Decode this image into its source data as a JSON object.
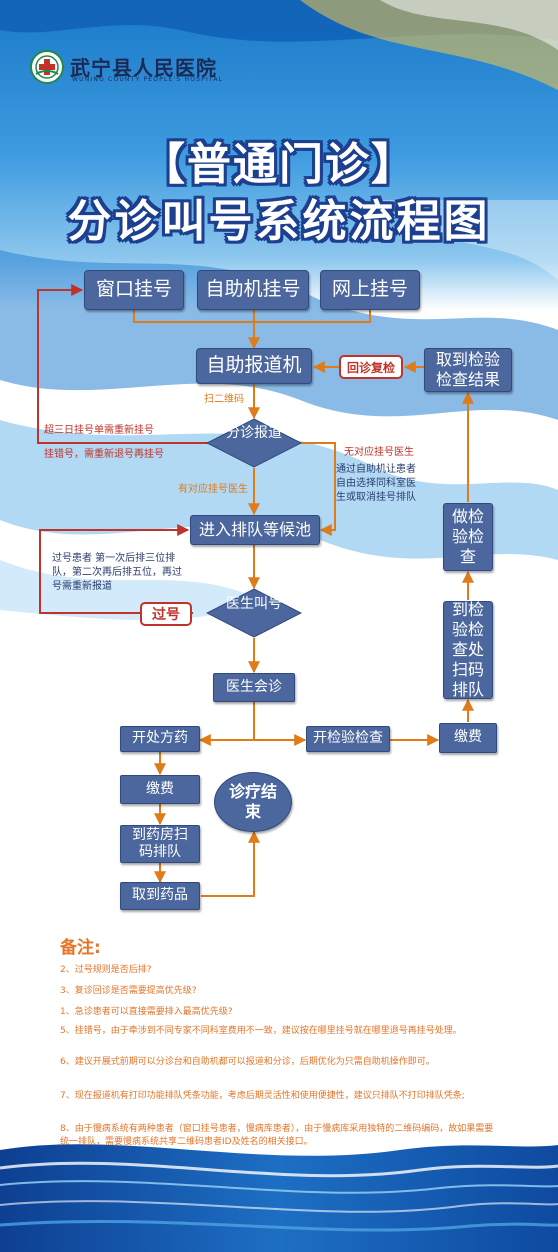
{
  "header": {
    "hospital_name": "武宁县人民医院",
    "hospital_name_en": "WUNING COUNTY PEOPLE'S HOSPITAL"
  },
  "title": {
    "line1": "【普通门诊】",
    "line2": "分诊叫号系统流程图"
  },
  "flow": {
    "reg_window": "窗口挂号",
    "reg_kiosk": "自助机挂号",
    "reg_online": "网上挂号",
    "self_checkin": "自助报道机",
    "revisit": "回诊复检",
    "get_results": "取到检验检查结果",
    "scan_qr": "扫二维码",
    "triage": "分诊报道",
    "over_3days": "超三日挂号单需重新挂号",
    "wrong_reg": "挂错号，需重新退号再挂号",
    "no_doctor_1": "无对应挂号医生",
    "no_doctor_2": "通过自助机让患者自由选择同科室医生或取消挂号排队",
    "has_doctor": "有对应挂号医生",
    "queue_pool": "进入排队等候池",
    "do_exam": "做检验检查",
    "missed_rule": "过号患者 第一次后排三位排队，第二次再后排五位，再过号需重新报道",
    "missed": "过号",
    "doctor_call": "医生叫号",
    "exam_scan": "到检验检查处扫码排队",
    "consult": "医生会诊",
    "prescribe": "开处方药",
    "order_exam": "开检验检查",
    "pay_exam": "缴费",
    "pay_rx": "缴费",
    "end": "诊疗结束",
    "pharmacy_scan": "到药房扫码排队",
    "get_medicine": "取到药品"
  },
  "notes": {
    "heading": "备注:",
    "items": [
      "2、过号规则是否后排?",
      "3、复诊回诊是否需要提高优先级?",
      "1、急诊患者可以直接需要排入最高优先级?",
      "5、挂错号，由于牵涉到不同专家不同科室费用不一致，建议按在哪里挂号就在哪里退号再挂号处理。",
      "6、建议开展式前期可以分诊台和自助机都可以报道和分诊，后期优化为只需自助机操作即可。",
      "7、现在报道机有打印功能排队凭条功能，考虑后期灵活性和使用便捷性，建议只排队不打印排队凭条;",
      "8、由于慢病系统有两种患者（窗口挂号患者，慢病库患者），由于慢病库采用独特的二维码编码，故如果需要统一排队，需要慢病系统共享二维码患者ID及姓名的相关接口。"
    ]
  },
  "colors": {
    "box_fill": "#4b679d",
    "arrow": "#e07b1a",
    "red_line": "#c0332a",
    "title_stroke": "#1d3f8f",
    "note_text": "#e4752a"
  }
}
